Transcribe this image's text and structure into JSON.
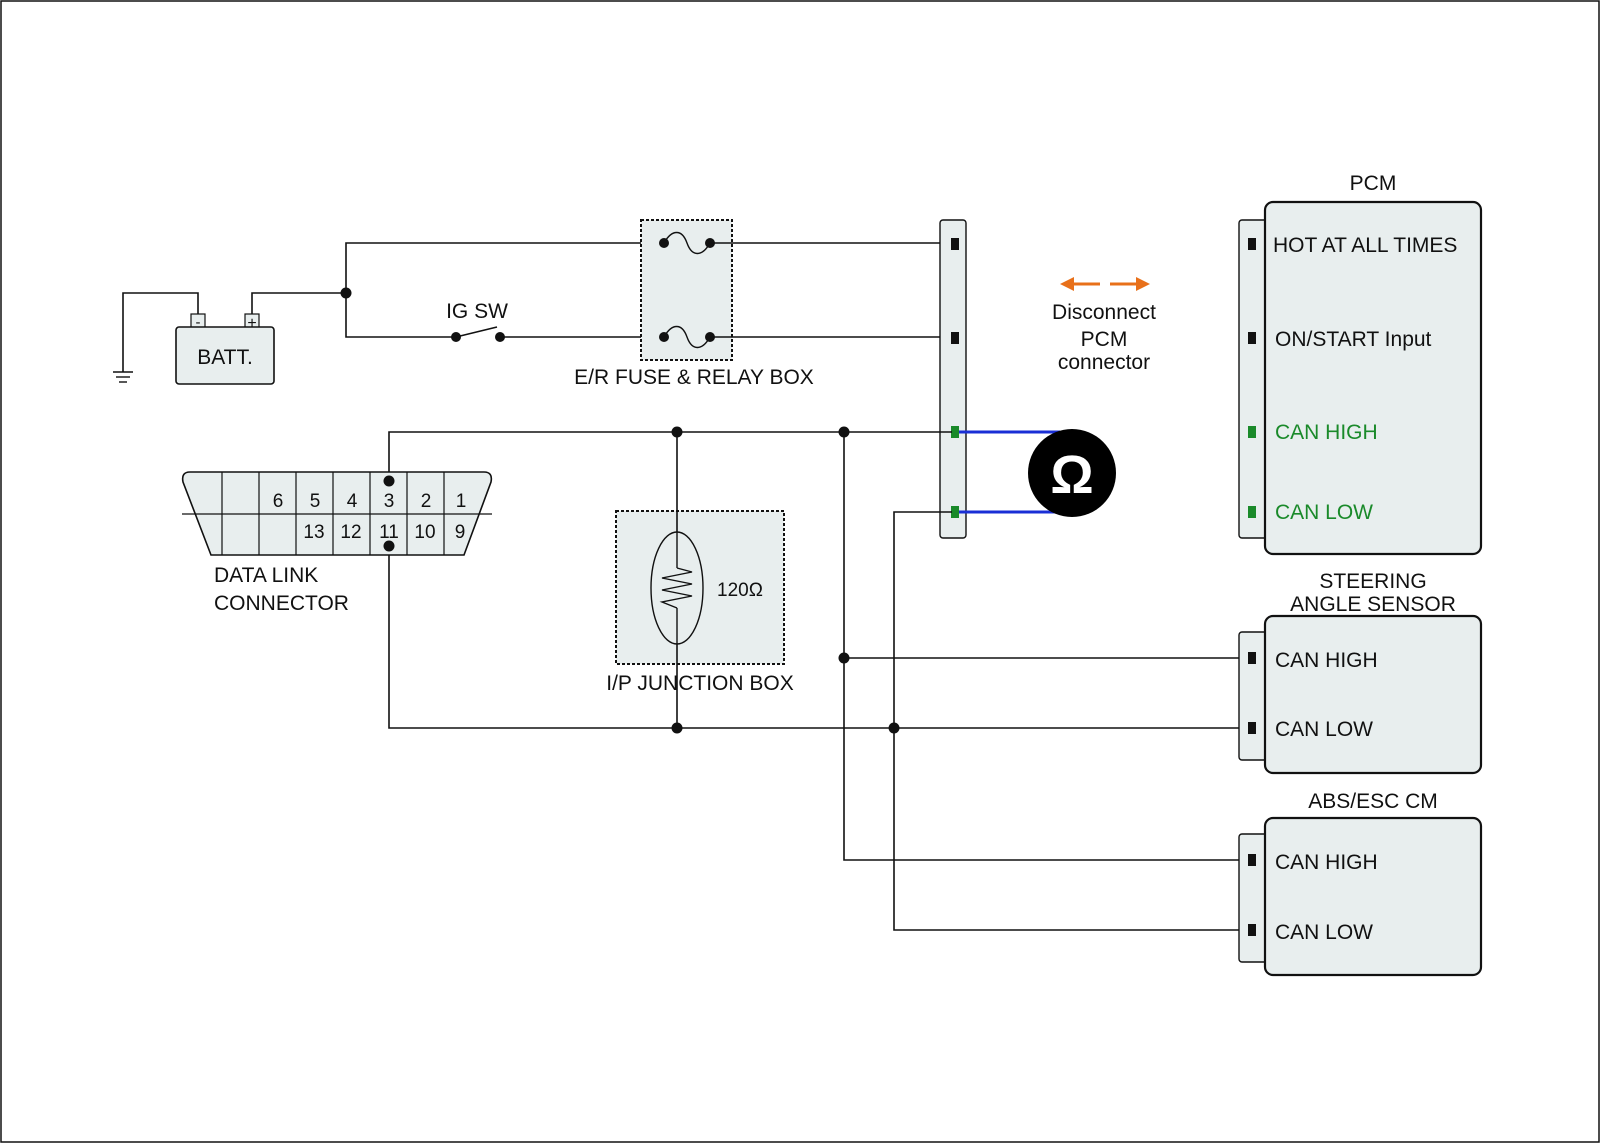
{
  "components": {
    "battery": {
      "label": "BATT.",
      "neg": "-",
      "pos": "+"
    },
    "ig_switch": {
      "label": "IG SW"
    },
    "fuse_box": {
      "label": "E/R FUSE & RELAY BOX"
    },
    "data_link": {
      "label_line1": "DATA LINK",
      "label_line2": "CONNECTOR",
      "top_pins": [
        "6",
        "5",
        "4",
        "3",
        "2",
        "1"
      ],
      "bottom_pins": [
        "13",
        "12",
        "11",
        "10",
        "9"
      ]
    },
    "junction_box": {
      "label": "I/P JUNCTION BOX",
      "resistor": "120Ω"
    },
    "meter": {
      "symbol": "Ω"
    },
    "instruction": {
      "line1": "Disconnect",
      "line2": "PCM",
      "line3": "connector"
    },
    "pcm": {
      "title": "PCM",
      "pins": [
        "HOT AT ALL TIMES",
        "ON/START Input",
        "CAN HIGH",
        "CAN LOW"
      ]
    },
    "steering": {
      "title_line1": "STEERING",
      "title_line2": "ANGLE SENSOR",
      "pins": [
        "CAN HIGH",
        "CAN LOW"
      ]
    },
    "abs": {
      "title": "ABS/ESC CM",
      "pins": [
        "CAN HIGH",
        "CAN LOW"
      ]
    }
  },
  "colors": {
    "can_highlight": "#1a8a2a",
    "meter_lead": "#1a2fd6",
    "arrow": "#e8701a",
    "panel_fill": "#e8eeee"
  }
}
